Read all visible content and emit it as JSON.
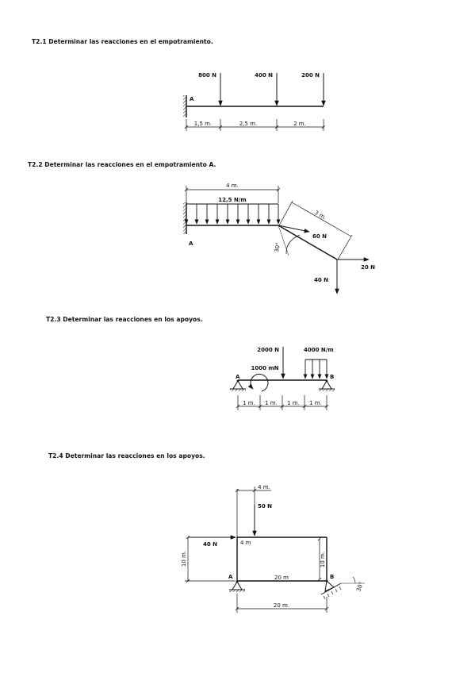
{
  "problems": [
    {
      "title": "T2.1 Determinar las reacciones en el empotramiento.",
      "forces": [
        "800 N",
        "400 N",
        "200 N"
      ],
      "support": "A",
      "dims": [
        "1,5 m.",
        "2,5 m.",
        "2 m."
      ]
    },
    {
      "title": "T2.2 Determinar las reacciones en el empotramiento A.",
      "top_dim": "4 m.",
      "load": "12,5 N/m",
      "support": "A",
      "incl_dim": "3 m.",
      "f60": "60 N",
      "angle": "30°",
      "f20": "20 N",
      "f40": "40 N"
    },
    {
      "title": "T2.3 Determinar las reacciones en los apoyos.",
      "f2000": "2000 N",
      "q4000": "4000 N/m",
      "moment": "1000 mN",
      "support_a": "A",
      "support_b": "B",
      "dims": [
        "1 m.",
        "1 m.",
        "1 m.",
        "1 m."
      ]
    },
    {
      "title": "T2.4 Determinar las reacciones en los apoyos.",
      "top_dim": "4 m.",
      "f50": "50 N",
      "f40": "40 N",
      "dim4": "4 m",
      "left_dim": "10 m.",
      "right_dim": "10 m.",
      "inner_dim": "20 m",
      "support_a": "A",
      "support_b": "B",
      "angle": "30°",
      "bottom_dim": "20 m."
    }
  ]
}
